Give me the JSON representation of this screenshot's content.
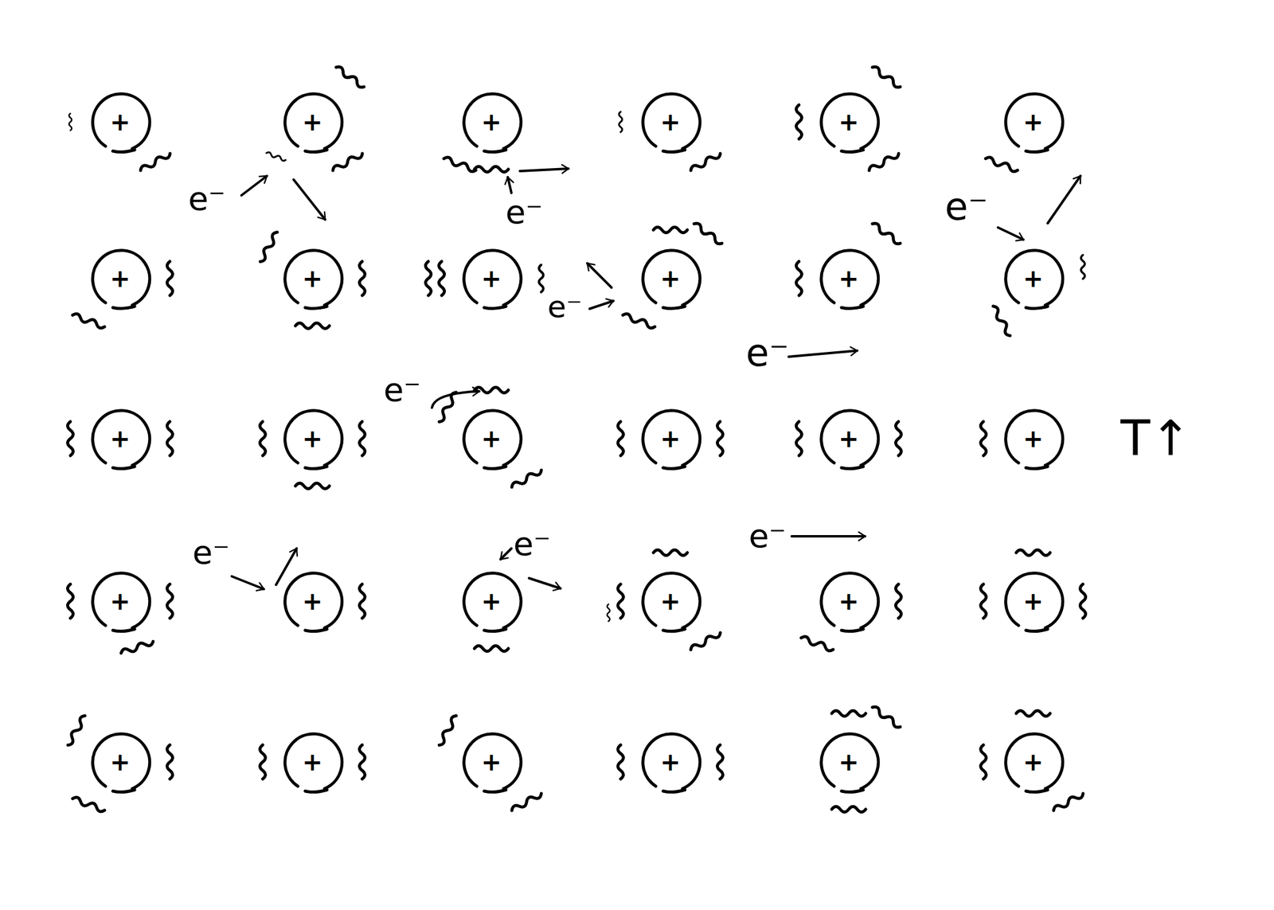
{
  "diagram": {
    "nodes": [
      {
        "text": [
          "+"
        ]
      },
      {
        "text": [
          "+"
        ]
      },
      {
        "text": [
          "+"
        ]
      },
      {
        "text": [
          "+"
        ]
      },
      {
        "text": [
          "+"
        ]
      },
      {
        "text": [
          "+"
        ]
      },
      {
        "text": [
          "+"
        ]
      },
      {
        "text": [
          "+"
        ]
      },
      {
        "text": [
          "+"
        ]
      },
      {
        "text": [
          "+"
        ]
      },
      {
        "text": [
          "+"
        ]
      },
      {
        "text": [
          "+"
        ]
      },
      {
        "text": [
          "+"
        ]
      },
      {
        "text": [
          "+"
        ]
      },
      {
        "text": [
          "+"
        ]
      },
      {
        "text": [
          "+"
        ]
      },
      {
        "text": [
          "+"
        ]
      },
      {
        "text": [
          "+"
        ]
      },
      {
        "text": [
          "+"
        ]
      },
      {
        "text": [
          "+"
        ]
      },
      {
        "text": [
          "+"
        ]
      },
      {
        "text": [
          "+"
        ]
      },
      {
        "text": [
          "+"
        ]
      },
      {
        "text": [
          "+"
        ]
      },
      {
        "text": [
          "+"
        ]
      },
      {
        "text": [
          "+"
        ]
      },
      {
        "text": [
          "+"
        ]
      },
      {
        "text": [
          "+"
        ]
      },
      {
        "text": [
          "+"
        ]
      },
      {
        "text": [
          "+"
        ]
      }
    ],
    "labels": [
      "e⁻",
      "e⁻",
      "e⁻",
      "e⁻",
      "e⁻",
      "e⁻",
      "T↑",
      "e⁻",
      "e⁻",
      "e⁻"
    ]
  }
}
